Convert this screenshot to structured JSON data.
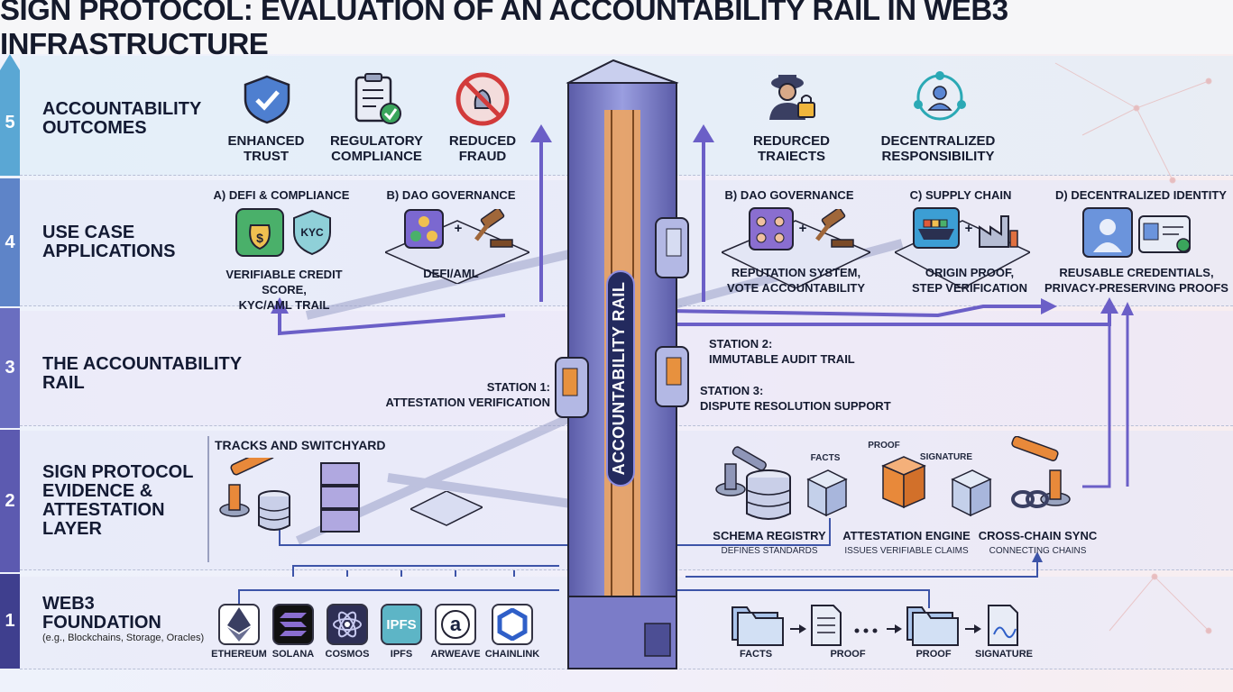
{
  "title": "SIGN PROTOCOL: EVALUATION OF AN ACCOUNTABILITY RAIL IN WEB3 INFRASTRUCTURE",
  "layers": [
    {
      "num": "5",
      "label_line1": "ACCOUNTABILITY",
      "label_line2": "OUTCOMES"
    },
    {
      "num": "4",
      "label_line1": "USE CASE",
      "label_line2": "APPLICATIONS"
    },
    {
      "num": "3",
      "label_line1": "THE ACCOUNTABILITY",
      "label_line2": "RAIL"
    },
    {
      "num": "2",
      "label_line1": "SIGN PROTOCOL",
      "label_line2": "EVIDENCE &",
      "label_line3": "ATTESTATION",
      "label_line4": "LAYER"
    },
    {
      "num": "1",
      "label_line1": "WEB3",
      "label_line2": "FOUNDATION",
      "sub": "(e.g., Blockchains, Storage, Oracles)"
    }
  ],
  "outcomes": [
    {
      "line1": "ENHANCED",
      "line2": "TRUST"
    },
    {
      "line1": "REGULATORY",
      "line2": "COMPLIANCE"
    },
    {
      "line1": "REDUCED",
      "line2": "FRAUD"
    },
    {
      "line1": "REDURCED",
      "line2": "TRAIECTS"
    },
    {
      "line1": "DECENTRALIZED",
      "line2": "RESPONSIBILITY"
    }
  ],
  "use_cases": {
    "a_title": "A) DEFI & COMPLIANCE",
    "a_kyc": "KYC",
    "a_desc1": "VERIFIABLE CREDIT SCORE,",
    "a_desc2": "KYC/AML TRAIL",
    "b1_title": "B) DAO GOVERNANCE",
    "b1_desc": "DEFI/AML",
    "b2_title": "B) DAO GOVERNANCE",
    "b2_desc1": "REPUTATION SYSTEM,",
    "b2_desc2": "VOTE ACCOUNTABILITY",
    "c_title": "C) SUPPLY CHAIN",
    "c_desc1": "ORIGIN PROOF,",
    "c_desc2": "STEP VERIFICATION",
    "d_title": "D) DECENTRALIZED IDENTITY",
    "d_desc1": "REUSABLE CREDENTIALS,",
    "d_desc2": "PRIVACY-PRESERVING PROOFS",
    "plus": "+"
  },
  "rail": {
    "label": "ACCOUNTABILITY RAIL",
    "station1_l1": "STATION 1:",
    "station1_l2": "ATTESTATION VERIFICATION",
    "station2_l1": "STATION 2:",
    "station2_l2": "IMMUTABLE AUDIT TRAIL",
    "station3_l1": "STATION 3:",
    "station3_l2": "DISPUTE RESOLUTION SUPPORT"
  },
  "evidence": {
    "tracks": "TRACKS AND SWITCHYARD",
    "facts": "FACTS",
    "proof": "PROOF",
    "signature": "SIGNATURE",
    "schema": "SCHEMA REGISTRY",
    "schema_sub": "DEFINES STANDARDS",
    "engine": "ATTESTATION ENGINE",
    "engine_sub": "ISSUES VERIFIABLE CLAIMS",
    "sync": "CROSS-CHAIN SYNC",
    "sync_sub": "CONNECTING CHAINS"
  },
  "foundation": {
    "logos": [
      "ETHEREUM",
      "SOLANA",
      "COSMOS",
      "IPFS",
      "ARWEAVE",
      "CHAINLINK"
    ],
    "ipfs_mark": "IPFS",
    "arweave_mark": "a",
    "flow": [
      "FACTS",
      "PROOF",
      "PROOF",
      "SIGNATURE"
    ]
  },
  "colors": {
    "navy": "#27305a",
    "purple": "#6b5fc7",
    "rail": "#7d79d4",
    "orange": "#e8893a",
    "green": "#3aa55c",
    "teal": "#2ba9b5"
  }
}
